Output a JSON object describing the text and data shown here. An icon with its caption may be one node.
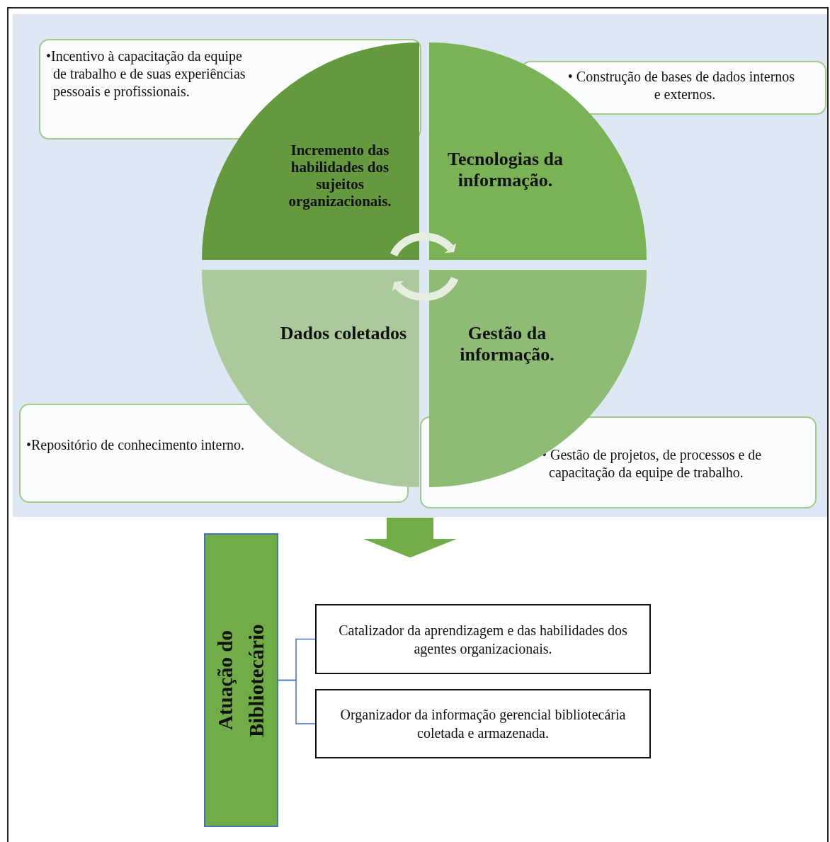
{
  "diagram": {
    "nodes": [
      {
        "text": [],
        "shape": "box"
      },
      {
        "text": [
          "Incremento das habilidades dos sujeitos organizacionais."
        ],
        "in": 0
      },
      {
        "text": [
          "Tecnologias da informação."
        ],
        "in": 0
      },
      {
        "text": [
          "Dados coletados"
        ],
        "in": 0
      },
      {
        "text": [
          "Gestão da informação."
        ],
        "in": 0
      },
      {
        "text": [
          "•Incentivo à capacitação da equipe de trabalho e de suas experiências pessoais e profissionais."
        ],
        "in": 0
      },
      {
        "text": [
          "• Construção de bases de dados internos e externos."
        ],
        "in": 0
      },
      {
        "text": [
          "•Repositório de conhecimento interno."
        ],
        "in": 0
      },
      {
        "text": [
          "• Gestão de projetos, de processos e de capacitação da equipe de trabalho."
        ],
        "in": 0
      },
      {
        "text": [
          "Atuação do Bibliotecário"
        ]
      },
      {
        "text": [
          "Catalizador da aprendizagem e das habilidades dos agentes organizacionais."
        ]
      },
      {
        "text": [
          "Organizador da informação gerencial bibliotecária coletada e armazenada."
        ]
      }
    ],
    "edges": [
      {
        "from": 1,
        "to": 2,
        "arrow": "to",
        "color": "#e6eedf"
      },
      {
        "from": 4,
        "to": 3,
        "arrow": "to",
        "color": "#e6eedf"
      },
      {
        "from": 0,
        "to": 9,
        "arrow": "to",
        "style": "thick",
        "color": "#70ad47"
      },
      {
        "from": 9,
        "to": 10,
        "arrow": "none",
        "color": "#4472c4"
      },
      {
        "from": 9,
        "to": 11,
        "arrow": "none",
        "color": "#4472c4"
      }
    ]
  }
}
